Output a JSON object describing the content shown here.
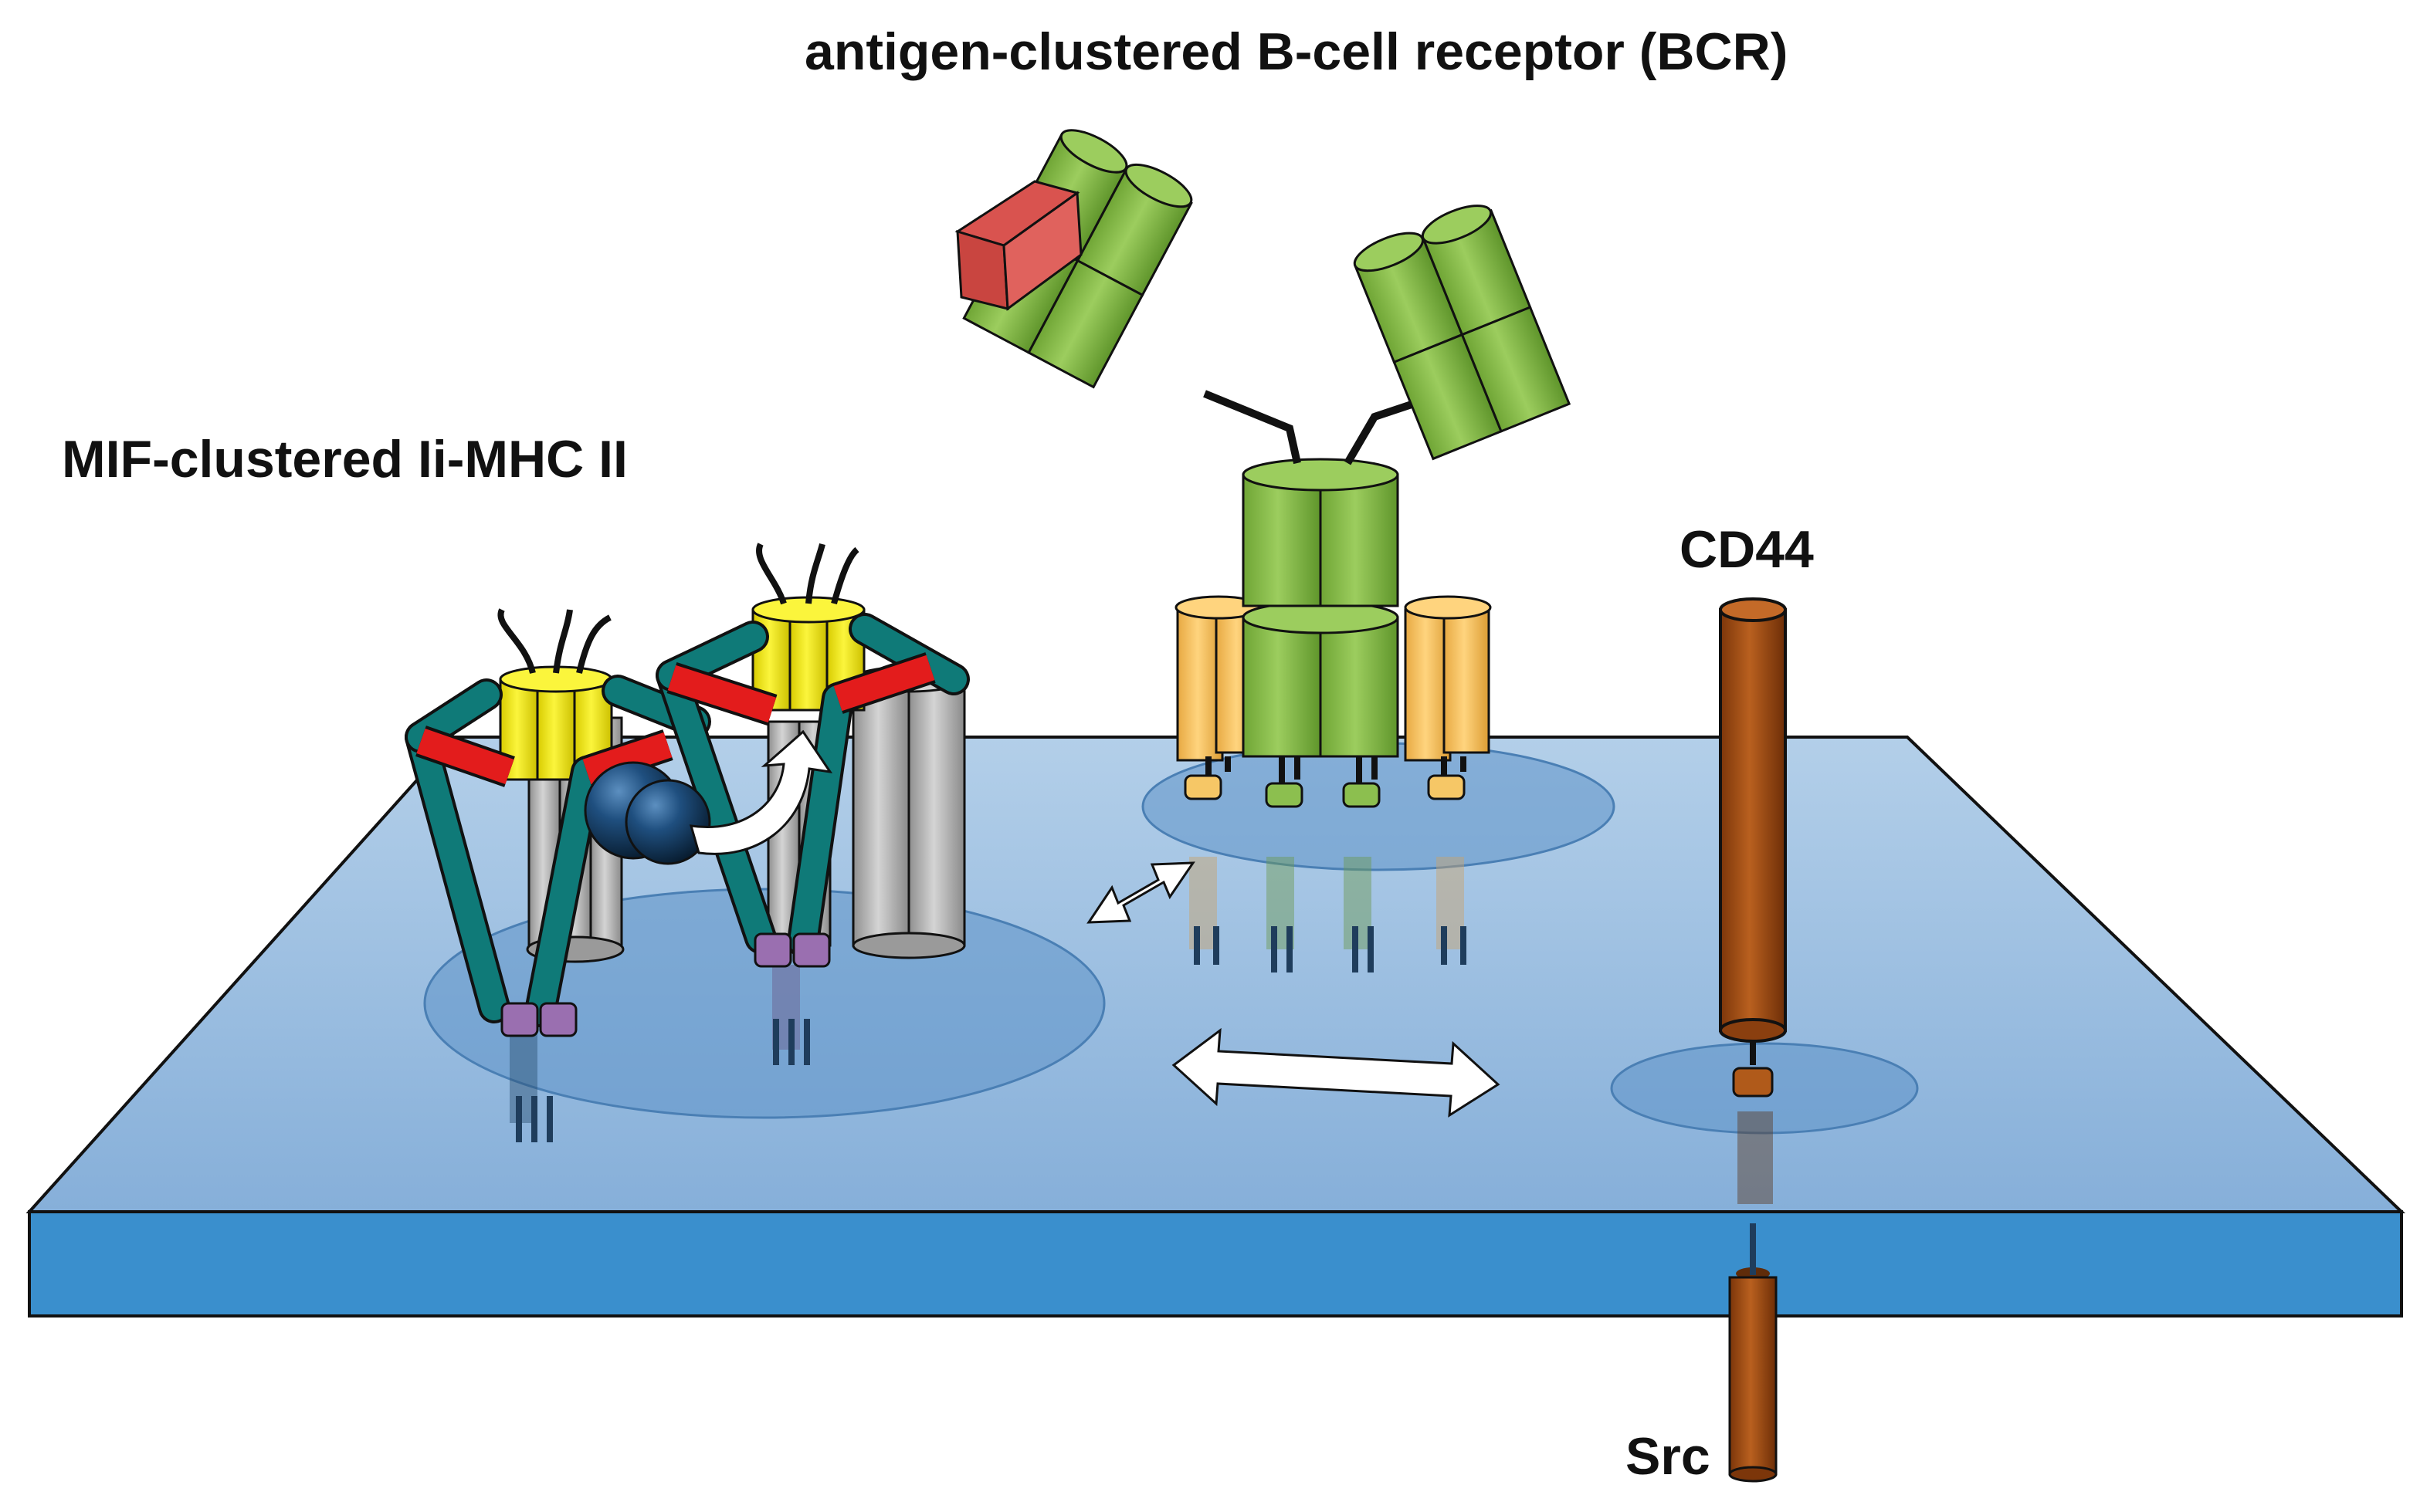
{
  "labels": {
    "bcr": "antigen-clustered B-cell receptor (BCR)",
    "mif": "MIF-clustered Ii-MHC II",
    "cd44": "CD44",
    "src": "Src"
  },
  "colors": {
    "membrane_top": "#9fc1e3",
    "membrane_front": "#3a8fcd",
    "raft": "#5f93c8",
    "teal": "#0f7a78",
    "red_bar": "#e31c1c",
    "yellow": "#f4ee16",
    "grey": "#b9b9b9",
    "purple": "#9a6fb0",
    "green": "#8cbf4f",
    "orange": "#f6c766",
    "antigen": "#d9534f",
    "cd44": "#9e4a12",
    "mif_ball": "#173f63",
    "arrow": "#ffffff"
  },
  "icons": [
    "double-arrow-icon",
    "curved-arrow-icon"
  ]
}
